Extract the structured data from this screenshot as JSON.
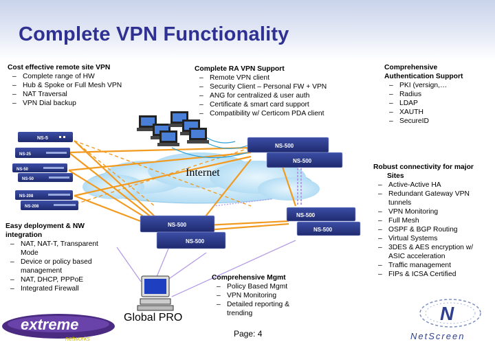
{
  "title": "Complete VPN Functionality",
  "blocks": {
    "site_vpn": {
      "head": "Cost effective remote site VPN",
      "items": [
        "Complete range of HW",
        "Hub & Spoke or Full Mesh VPN",
        "NAT Traversal",
        "VPN Dial backup"
      ]
    },
    "ra_vpn": {
      "head": "Complete RA VPN Support",
      "items": [
        "Remote VPN client",
        "Security Client – Personal FW + VPN",
        "ANG for centralized & user auth",
        "Certificate & smart card support",
        "Compatibility w/ Certicom PDA client"
      ]
    },
    "auth": {
      "head_line1": "Comprehensive",
      "head_line2": "Authentication  Support",
      "items": [
        "PKI (versign,…",
        "Radius",
        "LDAP",
        "XAUTH",
        "SecureID"
      ]
    },
    "robust": {
      "head_line1": "Robust connectivity for major",
      "head_line2": "Sites",
      "items": [
        {
          "l1": "Active-Active HA"
        },
        {
          "l1": "Redundant Gateway VPN",
          "l2": "tunnels"
        },
        {
          "l1": "VPN Monitoring"
        },
        {
          "l1": "Full Mesh"
        },
        {
          "l1": "OSPF & BGP Routing"
        },
        {
          "l1": "Virtual Systems"
        },
        {
          "l1": "3DES & AES encryption w/",
          "l2": "ASIC acceleration"
        },
        {
          "l1": "Traffic management"
        },
        {
          "l1": "FIPs & ICSA Certified"
        }
      ]
    },
    "easy": {
      "head_line1": "Easy deployment & NW",
      "head_line2": "integration",
      "items": [
        {
          "l1": "NAT, NAT-T, Transparent",
          "l2": "Mode"
        },
        {
          "l1": "Device or policy based",
          "l2": "management"
        },
        {
          "l1": "NAT, DHCP, PPPoE"
        },
        {
          "l1": "Integrated Firewall"
        }
      ]
    },
    "mgmt": {
      "head": "Comprehensive Mgmt",
      "items": [
        {
          "l1": "Policy Based Mgmt"
        },
        {
          "l1": "VPN Monitoring"
        },
        {
          "l1": "Detailed reporting &",
          "l2": "trending"
        }
      ]
    }
  },
  "diagram": {
    "internet_label": "Internet",
    "global_pro_label": "Global PRO",
    "ns500_label": "NS-500",
    "ns5_label": "NS-5",
    "ns25_label": "NS-25",
    "ns50_label": "NS-50",
    "ns208_label": "NS-208"
  },
  "logos": {
    "extreme_word": "extreme",
    "extreme_sub": "networks",
    "netscreen_word": "NetScreen",
    "netscreen_mark": "N"
  },
  "page": "Page: 4",
  "colors": {
    "title": "#2f3192",
    "device": "#2c3a8c",
    "cloud": "#bfe3f7",
    "orange_link": "#f29a1f",
    "violet_link": "#b49ce6"
  }
}
